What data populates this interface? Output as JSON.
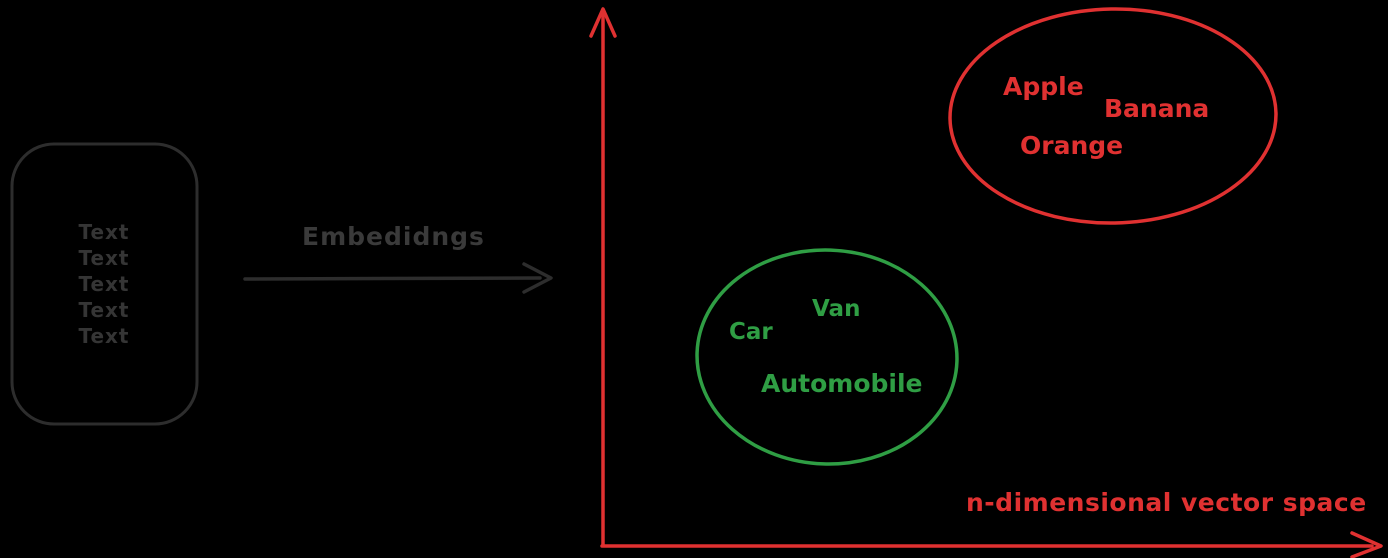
{
  "diagram": {
    "source_box": {
      "lines": [
        "Text",
        "Text",
        "Text",
        "Text",
        "Text"
      ]
    },
    "arrow": {
      "label": "Embedidngs"
    },
    "axes": {
      "x_label": "n-dimensional vector space"
    },
    "fruit_cluster": {
      "items": [
        "Apple",
        "Banana",
        "Orange"
      ],
      "color": "#e03131"
    },
    "vehicle_cluster": {
      "items": [
        "Van",
        "Car",
        "Automobile"
      ],
      "color": "#2f9e44"
    }
  },
  "colors": {
    "background": "#000000",
    "sketch_stroke": "#2d2d2d",
    "sketch_text": "#353535",
    "red": "#e03131",
    "green": "#2f9e44"
  }
}
